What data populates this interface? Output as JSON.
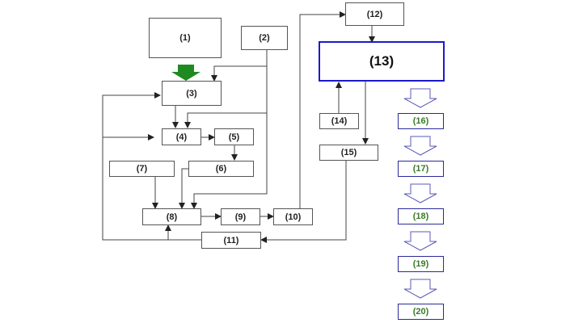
{
  "diagram": {
    "nodes": {
      "n1": "(1)",
      "n2": "(2)",
      "n3": "(3)",
      "n4": "(4)",
      "n5": "(5)",
      "n6": "(6)",
      "n7": "(7)",
      "n8": "(8)",
      "n9": "(9)",
      "n10": "(10)",
      "n11": "(11)",
      "n12": "(12)",
      "n13": "(13)",
      "n14": "(14)",
      "n15": "(15)",
      "n16": "(16)",
      "n17": "(17)",
      "n18": "(18)",
      "n19": "(19)",
      "n20": "(20)"
    },
    "colors": {
      "line": "#333333",
      "highlight_border": "#1a1acc",
      "step_text": "#3a7a2a",
      "input_arrow": "#1f8a1f",
      "step_arrow": "#5a5ab8"
    }
  }
}
